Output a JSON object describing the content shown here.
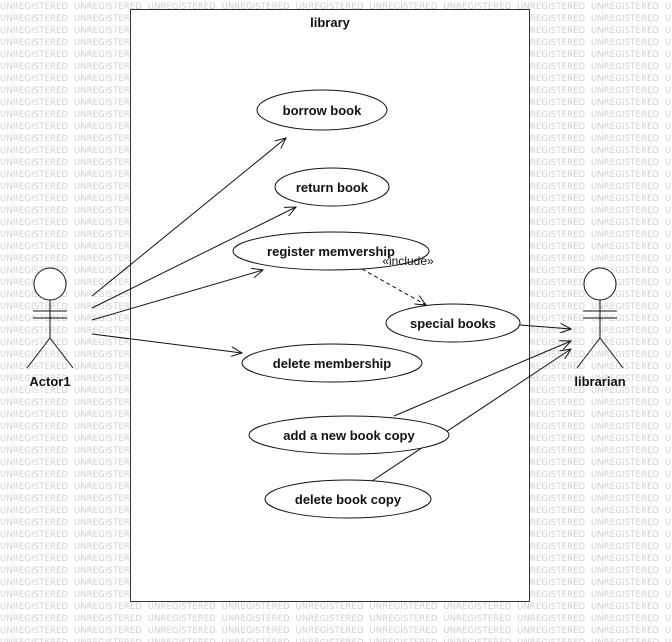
{
  "watermark": {
    "word": "UNREGISTERED"
  },
  "system": {
    "title": "library"
  },
  "actors": {
    "actor1": {
      "label": "Actor1",
      "icon": "stick-figure-icon"
    },
    "librarian": {
      "label": "librarian",
      "icon": "stick-figure-icon"
    }
  },
  "use_cases": {
    "borrow_book": "borrow book",
    "return_book": "return book",
    "register_membership": "register memvership",
    "special_books": "special books",
    "delete_membership": "delete membership",
    "add_new_book_copy": "add a new book copy",
    "delete_book_copy": "delete book copy"
  },
  "relations": {
    "include_label": "«include»"
  },
  "colors": {
    "line": "#111111",
    "watermark": "#cfcfcf",
    "background": "#ffffff"
  }
}
